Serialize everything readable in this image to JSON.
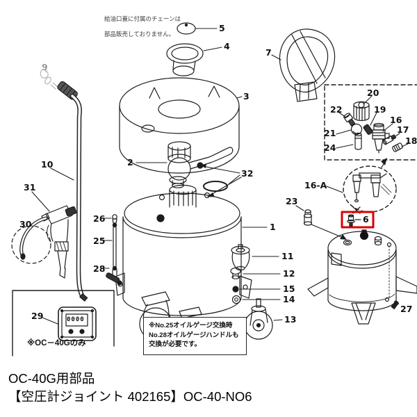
{
  "top_note": {
    "line1": "給油口蓋に付属のチェーンは",
    "line2": "部品販売しておりません。"
  },
  "replace_note": {
    "line1": "※No.25オイルゲージ交換時",
    "line2": "No.28オイルゲージハンドルも",
    "line3": "交換が必要です。"
  },
  "oc40g_only_label": "※OC－40Gのみ",
  "gauge": {
    "display": "0000"
  },
  "highlight": {
    "color": "#dd0000",
    "highlighted_part": "6"
  },
  "footer": {
    "line1": "OC-40G用部品",
    "line2": "【空圧計ジョイント 402165】OC-40-NO6"
  },
  "callouts": {
    "c1": "1",
    "c2": "2",
    "c3": "3",
    "c4": "4",
    "c5": "5",
    "c6": "6",
    "c7": "7",
    "c9": "9",
    "c10": "10",
    "c11": "11",
    "c12": "12",
    "c13": "13",
    "c14": "14",
    "c15": "15",
    "c16": "16",
    "c16a": "16-A",
    "c17": "17",
    "c18": "18",
    "c19": "19",
    "c20": "20",
    "c21": "21",
    "c22": "22",
    "c23": "23",
    "c24": "24",
    "c25": "25",
    "c26": "26",
    "c27": "27",
    "c28": "28",
    "c29": "29",
    "c30": "30",
    "c31": "31",
    "c32": "32"
  }
}
